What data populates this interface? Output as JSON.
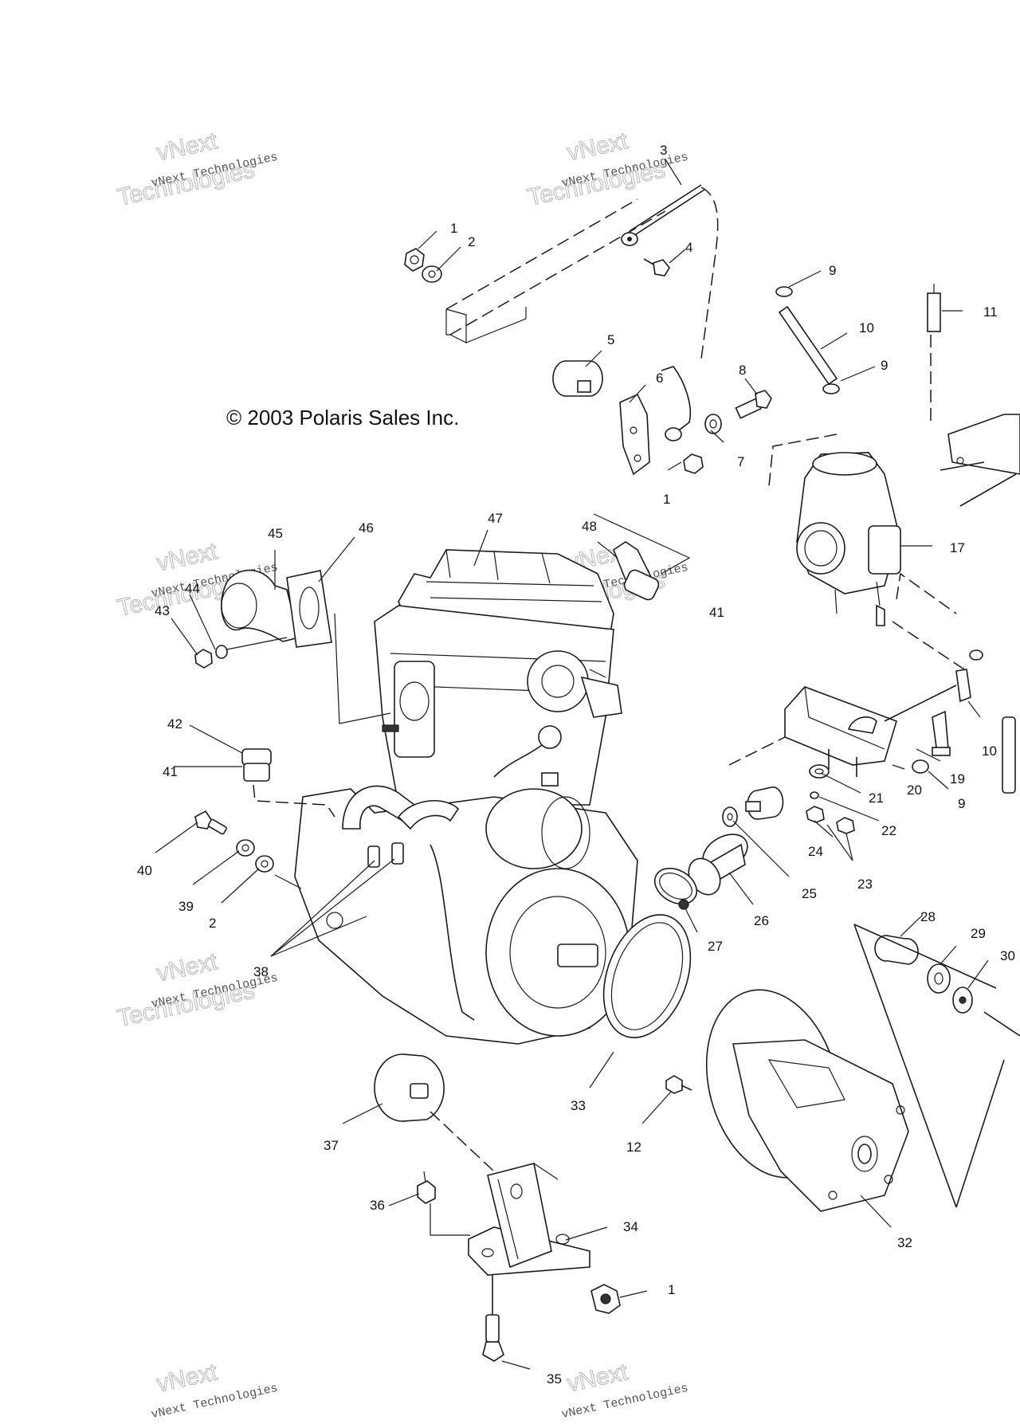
{
  "copyright": "© 2003 Polaris Sales Inc.",
  "watermark": {
    "line1": "vNext",
    "line2": "vNext Technologies",
    "line3": "Technologies"
  },
  "callouts": [
    "1",
    "2",
    "3",
    "4",
    "5",
    "6",
    "7",
    "8",
    "9",
    "10",
    "11",
    "1",
    "17",
    "47",
    "48",
    "41",
    "45",
    "46",
    "44",
    "43",
    "42",
    "41",
    "40",
    "39",
    "2",
    "38",
    "21",
    "22",
    "20",
    "19",
    "9",
    "10",
    "24",
    "23",
    "25",
    "26",
    "27",
    "28",
    "29",
    "30",
    "33",
    "12",
    "37",
    "36",
    "34",
    "1",
    "35",
    "32"
  ]
}
